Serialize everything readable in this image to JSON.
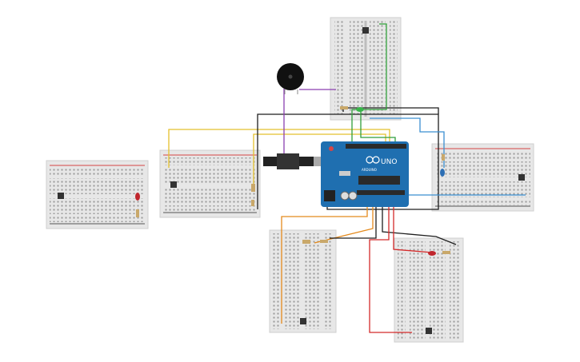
{
  "arduino": {
    "brand_text": "UNO",
    "logo_text": "ARDUINO",
    "board_color": "#1f6fb0",
    "chip_color": "#2a2a2a"
  },
  "colors": {
    "breadboard": "#e7e7e7",
    "breadboard_edge": "#cfcfcf",
    "rail_red": "#d64545",
    "rail_black": "#555555",
    "wire_yellow": "#e4c12d",
    "wire_black": "#1e1e1e",
    "wire_green": "#2f9e3a",
    "wire_blue": "#3b8fd1",
    "wire_orange": "#e48a1c",
    "wire_red": "#d42a2a",
    "wire_purple": "#8a3fb0",
    "led_red": "#c0262d",
    "led_green": "#39b54a",
    "led_blue": "#2d6fb4",
    "resistor": "#c9a86a",
    "usb_cable": "#222222"
  },
  "components": {
    "buzzer": "piezo-buzzer",
    "usb": "usb-cable"
  }
}
